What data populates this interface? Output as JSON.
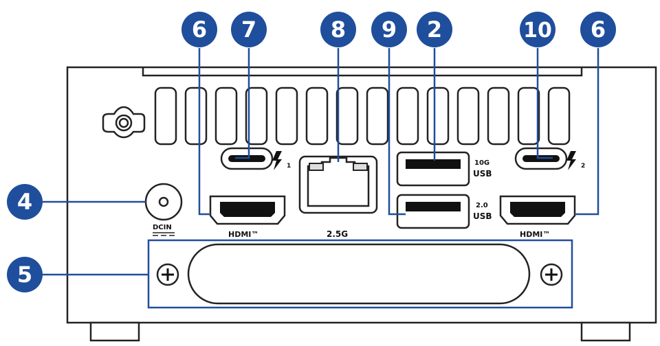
{
  "callouts": {
    "hdmi_left": "6",
    "thunderbolt_1": "7",
    "ethernet": "8",
    "usb_2": "9",
    "usb_10g": "2",
    "thunderbolt_2": "10",
    "hdmi_right": "6",
    "dc_in": "4",
    "cover": "5"
  },
  "labels": {
    "hdmi_left": "HDMI™",
    "hdmi_right": "HDMI™",
    "ethernet_speed": "2.5G",
    "dcin": "DCIN",
    "usb_10g_speed": "10G",
    "usb_10g_word": "USB",
    "usb_2_speed": "2.0",
    "usb_2_word": "USB",
    "tb1_index": "1",
    "tb2_index": "2"
  },
  "colors": {
    "callout_fill": "#1f4e9c",
    "callout_line": "#1f4e9c",
    "outline": "#222222",
    "body": "#ffffff"
  },
  "icons": {
    "lock_slot": "kensington-lock-icon",
    "thunderbolt": "lightning-icon",
    "screw": "plus-screw-icon"
  }
}
